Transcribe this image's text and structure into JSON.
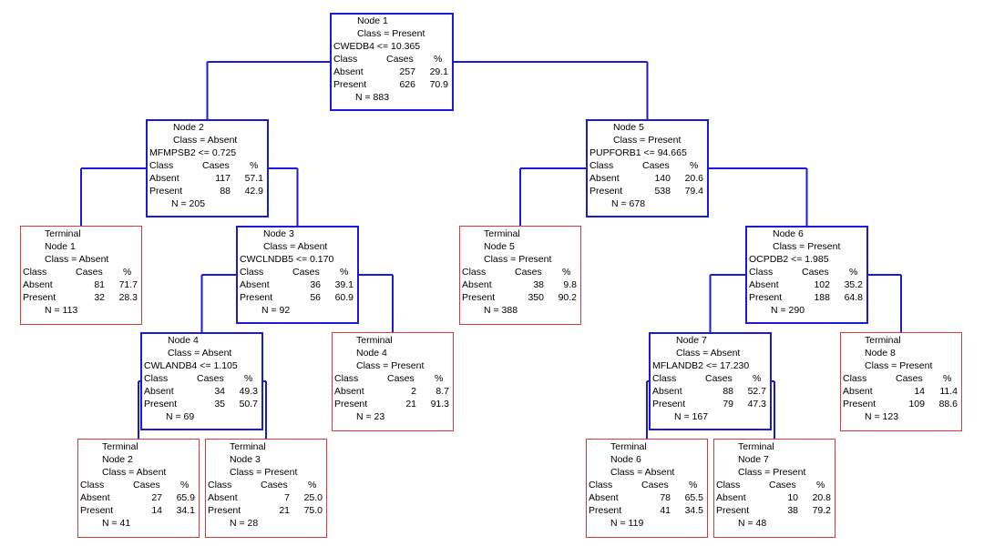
{
  "colors": {
    "split_border": "#1a1adb",
    "terminal_border": "#d63a3a",
    "edge": "#1a1adb"
  },
  "labels": {
    "class_col": "Class",
    "cases_col": "Cases",
    "pct_col": "%",
    "terminal": "Terminal"
  },
  "nodes": {
    "n1": {
      "title": "Node 1",
      "class_line": "Class = Present",
      "rule": "CWEDB4 <= 10.365",
      "rows": [
        {
          "cls": "Absent",
          "cases": "257",
          "pct": "29.1"
        },
        {
          "cls": "Present",
          "cases": "626",
          "pct": "70.9"
        }
      ],
      "n": "N = 883"
    },
    "n2": {
      "title": "Node 2",
      "class_line": "Class = Absent",
      "rule": "MFMPSB2 <= 0.725",
      "rows": [
        {
          "cls": "Absent",
          "cases": "117",
          "pct": "57.1"
        },
        {
          "cls": "Present",
          "cases": "88",
          "pct": "42.9"
        }
      ],
      "n": "N = 205"
    },
    "n5": {
      "title": "Node 5",
      "class_line": "Class = Present",
      "rule": "PUPFORB1 <= 94.665",
      "rows": [
        {
          "cls": "Absent",
          "cases": "140",
          "pct": "20.6"
        },
        {
          "cls": "Present",
          "cases": "538",
          "pct": "79.4"
        }
      ],
      "n": "N = 678"
    },
    "t1": {
      "title": "Node 1",
      "class_line": "Class = Absent",
      "rows": [
        {
          "cls": "Absent",
          "cases": "81",
          "pct": "71.7"
        },
        {
          "cls": "Present",
          "cases": "32",
          "pct": "28.3"
        }
      ],
      "n": "N = 113"
    },
    "n3": {
      "title": "Node 3",
      "class_line": "Class = Absent",
      "rule": "CWCLNDB5 <= 0.170",
      "rows": [
        {
          "cls": "Absent",
          "cases": "36",
          "pct": "39.1"
        },
        {
          "cls": "Present",
          "cases": "56",
          "pct": "60.9"
        }
      ],
      "n": "N = 92"
    },
    "t5": {
      "title": "Node 5",
      "class_line": "Class = Present",
      "rows": [
        {
          "cls": "Absent",
          "cases": "38",
          "pct": "9.8"
        },
        {
          "cls": "Present",
          "cases": "350",
          "pct": "90.2"
        }
      ],
      "n": "N = 388"
    },
    "n6": {
      "title": "Node 6",
      "class_line": "Class = Present",
      "rule": "OCPDB2 <= 1.985",
      "rows": [
        {
          "cls": "Absent",
          "cases": "102",
          "pct": "35.2"
        },
        {
          "cls": "Present",
          "cases": "188",
          "pct": "64.8"
        }
      ],
      "n": "N = 290"
    },
    "n4": {
      "title": "Node 4",
      "class_line": "Class = Absent",
      "rule": "CWLANDB4 <= 1.105",
      "rows": [
        {
          "cls": "Absent",
          "cases": "34",
          "pct": "49.3"
        },
        {
          "cls": "Present",
          "cases": "35",
          "pct": "50.7"
        }
      ],
      "n": "N = 69"
    },
    "t4": {
      "title": "Node 4",
      "class_line": "Class = Present",
      "rows": [
        {
          "cls": "Absent",
          "cases": "2",
          "pct": "8.7"
        },
        {
          "cls": "Present",
          "cases": "21",
          "pct": "91.3"
        }
      ],
      "n": "N = 23"
    },
    "n7": {
      "title": "Node 7",
      "class_line": "Class = Absent",
      "rule": "MFLANDB2 <= 17.230",
      "rows": [
        {
          "cls": "Absent",
          "cases": "88",
          "pct": "52.7"
        },
        {
          "cls": "Present",
          "cases": "79",
          "pct": "47.3"
        }
      ],
      "n": "N = 167"
    },
    "t8": {
      "title": "Node 8",
      "class_line": "Class = Present",
      "rows": [
        {
          "cls": "Absent",
          "cases": "14",
          "pct": "11.4"
        },
        {
          "cls": "Present",
          "cases": "109",
          "pct": "88.6"
        }
      ],
      "n": "N = 123"
    },
    "t2": {
      "title": "Node 2",
      "class_line": "Class = Absent",
      "rows": [
        {
          "cls": "Absent",
          "cases": "27",
          "pct": "65.9"
        },
        {
          "cls": "Present",
          "cases": "14",
          "pct": "34.1"
        }
      ],
      "n": "N = 41"
    },
    "t3": {
      "title": "Node 3",
      "class_line": "Class = Present",
      "rows": [
        {
          "cls": "Absent",
          "cases": "7",
          "pct": "25.0"
        },
        {
          "cls": "Present",
          "cases": "21",
          "pct": "75.0"
        }
      ],
      "n": "N = 28"
    },
    "t6": {
      "title": "Node 6",
      "class_line": "Class = Absent",
      "rows": [
        {
          "cls": "Absent",
          "cases": "78",
          "pct": "65.5"
        },
        {
          "cls": "Present",
          "cases": "41",
          "pct": "34.5"
        }
      ],
      "n": "N = 119"
    },
    "t7": {
      "title": "Node 7",
      "class_line": "Class = Present",
      "rows": [
        {
          "cls": "Absent",
          "cases": "10",
          "pct": "20.8"
        },
        {
          "cls": "Present",
          "cases": "38",
          "pct": "79.2"
        }
      ],
      "n": "N = 48"
    }
  }
}
